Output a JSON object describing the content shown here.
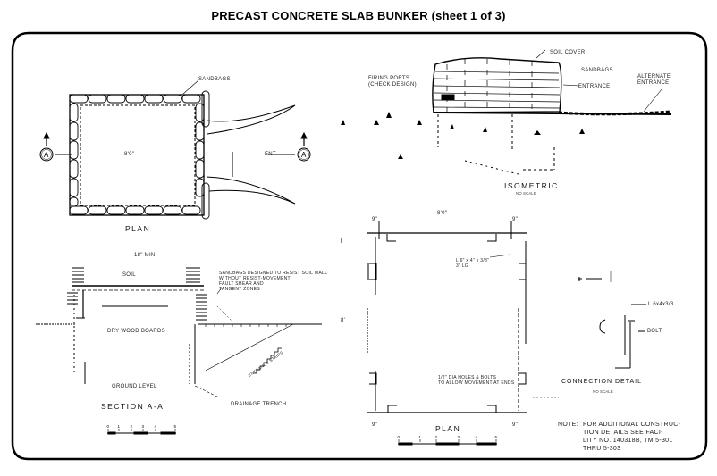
{
  "document": {
    "title": "PRECAST CONCRETE SLAB BUNKER (sheet 1 of 3)",
    "border_color": "#000000"
  },
  "plan_sandbag": {
    "caption": "PLAN",
    "label_top": "SANDBAGS",
    "label_center": "8'0\"",
    "section_marker_left": "A",
    "section_marker_right": "A",
    "label_entrance": "ENT"
  },
  "isometric": {
    "caption": "ISOMETRIC",
    "subcaption": "NO SCALE",
    "label_firing_ports": "FIRING PORTS\n(CHECK DESIGN)",
    "label_top": "SOIL COVER",
    "label_sandbags": "SANDBAGS",
    "label_entrance": "ENTRANCE",
    "label_alternate": "ALTERNATE\nENTRANCE"
  },
  "section_aa": {
    "caption": "SECTION A-A",
    "label_top": "18\" MIN",
    "label_soil": "SOIL",
    "label_interior": "DRY WOOD BOARDS",
    "label_floor": "GROUND LEVEL",
    "label_sandbags_note": "SANDBAGS DESIGNED TO RESIST SOIL WALL\nWITHOUT RESIST-MOVEMENT\nFAULT SHEAR AND\nTANGENT ZONES",
    "label_stairs": "ENTRANCE STAIRS",
    "label_drain": "DRAINAGE TRENCH"
  },
  "plan_slab": {
    "caption": "PLAN",
    "label_top": "8'0\"",
    "label_left": "8'",
    "dim_corner_tl": "9\"",
    "dim_corner_tr": "9\"",
    "dim_corner_bl": "9\"",
    "dim_corner_br": "9\"",
    "label_beam": "L 6\" x 4\" x 3/8\"\n3\" LG",
    "label_weld": "1/2\" DIA HOLES & BOLTS\nTO ALLOW MOVEMENT AT ENDS"
  },
  "connection_detail": {
    "caption": "CONNECTION DETAIL",
    "subcaption": "NO SCALE",
    "label_angle": "L 6x4x3/8",
    "label_bolt": "BOLT"
  },
  "note": {
    "prefix": "NOTE:",
    "text": "FOR ADDITIONAL CONSTRUC-\nTION DETAILS SEE FACI-\nLITY NO. 140318B, TM 5-301\nTHRU 5-303"
  },
  "scale_bars": {
    "section_ticks": [
      "0",
      "1",
      "2",
      "3",
      "4",
      "5"
    ],
    "plan_ticks": [
      "0",
      "1",
      "2",
      "3",
      "4",
      "5"
    ]
  }
}
